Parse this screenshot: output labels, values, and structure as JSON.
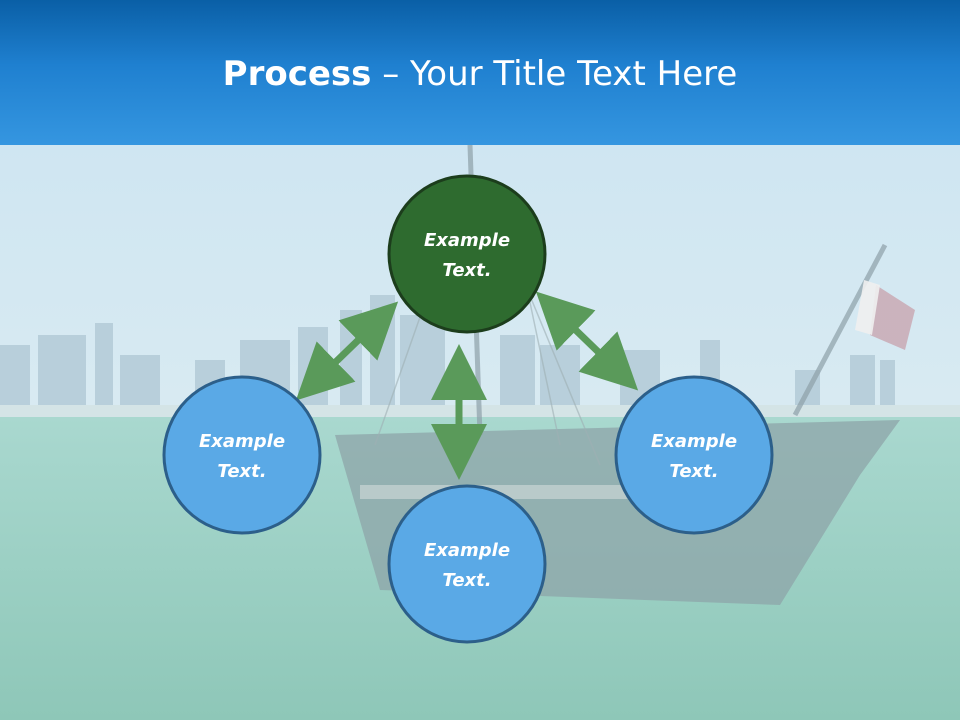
{
  "title": {
    "bold": "Process",
    "dash": " – ",
    "rest": "Your Title Text Here"
  },
  "nodes": [
    {
      "id": "top",
      "line1": "Example",
      "line2": "Text.",
      "fill": "#2e6b2f"
    },
    {
      "id": "left",
      "line1": "Example",
      "line2": "Text.",
      "fill": "#5aa9e6"
    },
    {
      "id": "right",
      "line1": "Example",
      "line2": "Text.",
      "fill": "#5aa9e6"
    },
    {
      "id": "bottom",
      "line1": "Example",
      "line2": "Text.",
      "fill": "#5aa9e6"
    }
  ],
  "colors": {
    "header": "#1f80d0",
    "arrow": "#5a9a5a",
    "node_stroke": "#2c5f8a",
    "top_node_stroke": "#1c3d1c"
  }
}
